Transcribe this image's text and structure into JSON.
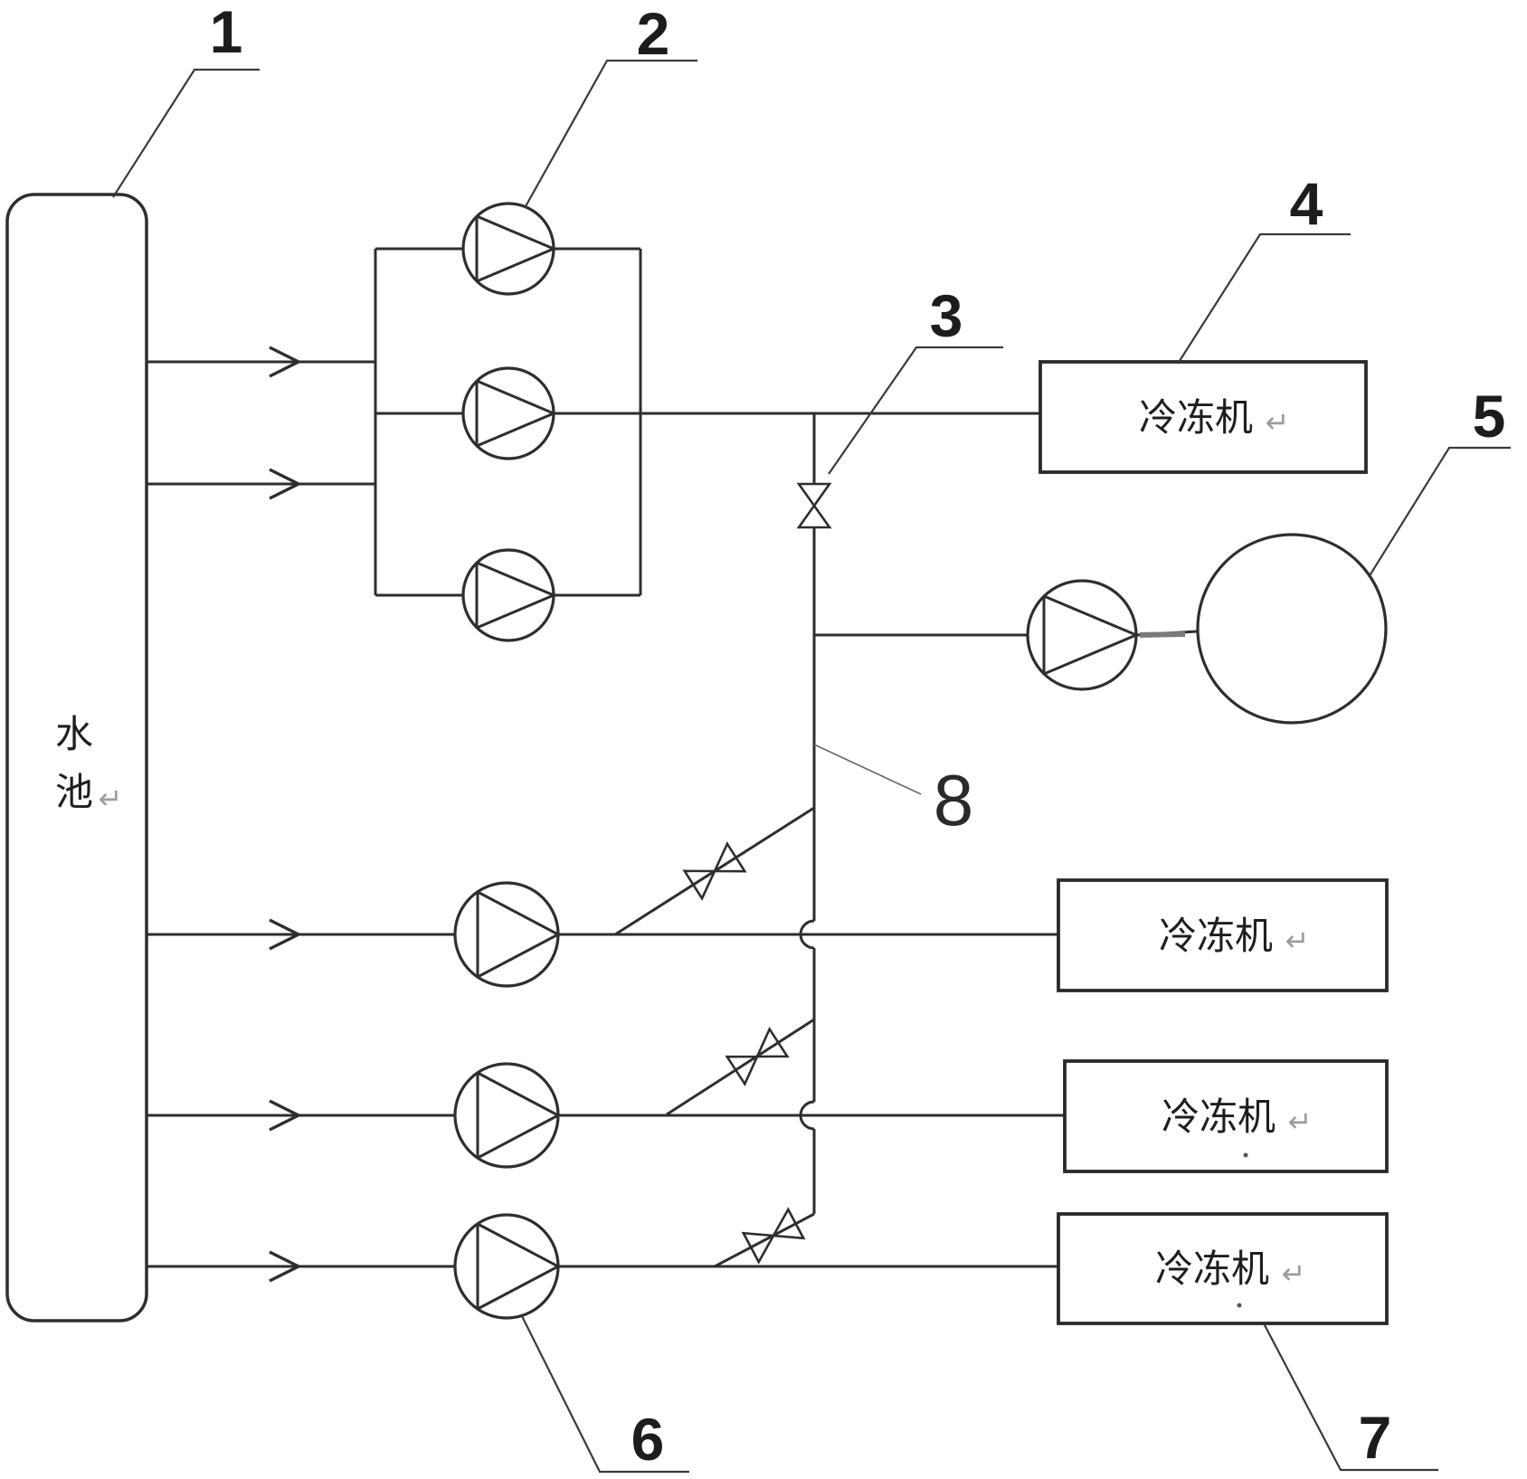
{
  "figure": {
    "type": "piping-schematic",
    "callouts": {
      "n1": "1",
      "n2": "2",
      "n3": "3",
      "n4": "4",
      "n5": "5",
      "n6": "6",
      "n7": "7",
      "n8": "8"
    },
    "tank": {
      "chars": [
        "水",
        "池"
      ],
      "return_mark": "↵"
    },
    "chillers": [
      {
        "label": "冷冻机",
        "return_mark": "↵"
      },
      {
        "label": "冷冻机",
        "return_mark": "↵"
      },
      {
        "label": "冷冻机",
        "return_mark": "↵"
      },
      {
        "label": "冷冻机",
        "return_mark": "↵"
      }
    ],
    "icons": {
      "pump_count_parallel_group": 3,
      "row_pump_count": 3,
      "booster_pump_count": 1,
      "valve_count": 4
    },
    "colors": {
      "line": "#2e2e2e",
      "box_stroke": "#2a2a2a",
      "number_text": "#1c1c1c",
      "cjk_text": "#1e1e1e",
      "return_mark": "#9c9c9c",
      "background": "#ffffff"
    }
  }
}
